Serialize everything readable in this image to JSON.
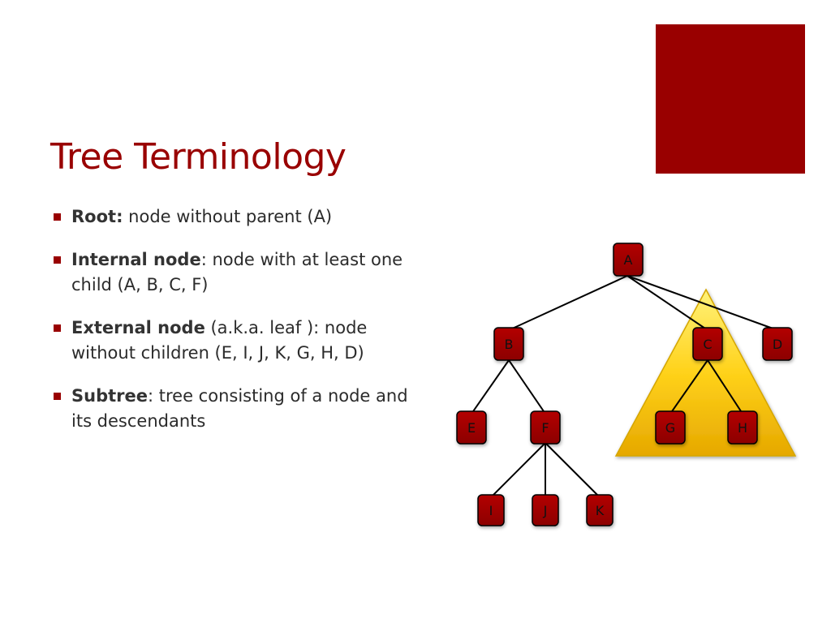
{
  "slide": {
    "title": "Tree Terminology",
    "accent_color": "#990000",
    "bullets": [
      {
        "term": "Root",
        "separator": ":",
        "text": " node without parent (A)"
      },
      {
        "term": "Internal node",
        "separator": ":",
        "text": " node with at least one child (A, B, C, F)"
      },
      {
        "term": "External node",
        "separator": "",
        "text": " (a.k.a. leaf ): node without children (E, I, J, K, G, H, D)"
      },
      {
        "term": "Subtree",
        "separator": ":",
        "text": " tree consisting of a node and its descendants"
      }
    ]
  },
  "diagram": {
    "node_fill": "#990000",
    "subtree_fill": "#f5c400",
    "nodes": [
      "A",
      "B",
      "C",
      "D",
      "E",
      "F",
      "G",
      "H",
      "I",
      "J",
      "K"
    ],
    "edges": [
      [
        "A",
        "B"
      ],
      [
        "A",
        "C"
      ],
      [
        "A",
        "D"
      ],
      [
        "B",
        "E"
      ],
      [
        "B",
        "F"
      ],
      [
        "F",
        "I"
      ],
      [
        "F",
        "J"
      ],
      [
        "F",
        "K"
      ],
      [
        "C",
        "G"
      ],
      [
        "C",
        "H"
      ]
    ]
  }
}
